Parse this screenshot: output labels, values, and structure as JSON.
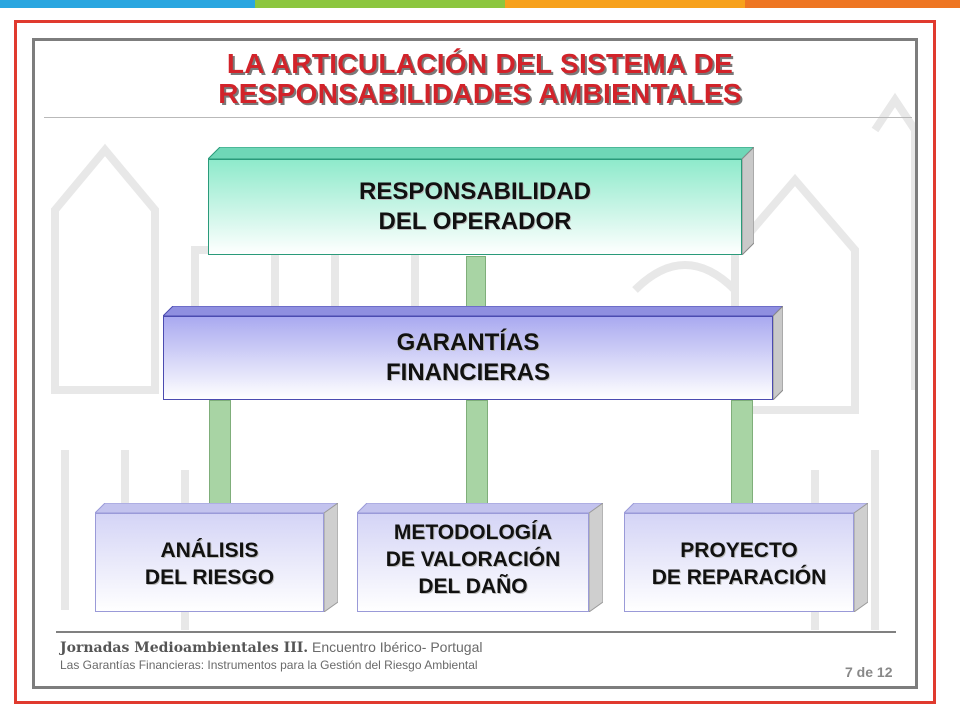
{
  "title_line1": "LA ARTICULACIÓN DEL SISTEMA DE",
  "title_line2": "RESPONSABILIDADES AMBIENTALES",
  "operator": {
    "line1": "RESPONSABILIDAD",
    "line2": "DEL OPERADOR"
  },
  "guarantees": {
    "line1": "GARANTÍAS",
    "line2": "FINANCIERAS"
  },
  "leaves": [
    {
      "line1": "ANÁLISIS",
      "line2": "DEL RIESGO"
    },
    {
      "line1": "METODOLOGÍA",
      "line2": "DE VALORACIÓN",
      "line3": "DEL DAÑO"
    },
    {
      "line1": "PROYECTO",
      "line2": "DE REPARACIÓN"
    }
  ],
  "footer": {
    "event_bold": "Jornadas Medioambientales III.",
    "event_rest": " Encuentro Ibérico- Portugal",
    "subtitle": "Las Garantías Financieras: Instrumentos para la Gestión del Riesgo Ambiental",
    "page": "7 de 12"
  },
  "colors": {
    "title": "#d2232a",
    "operator_box": "#9ff0d5",
    "guarantee_box": "#b9b9f4",
    "leaf_box": "#d9d9f7",
    "connector": "#a8d4a4",
    "stripe": [
      "#2aa6e0",
      "#8cc63f",
      "#f7941d",
      "#ee7623"
    ]
  }
}
